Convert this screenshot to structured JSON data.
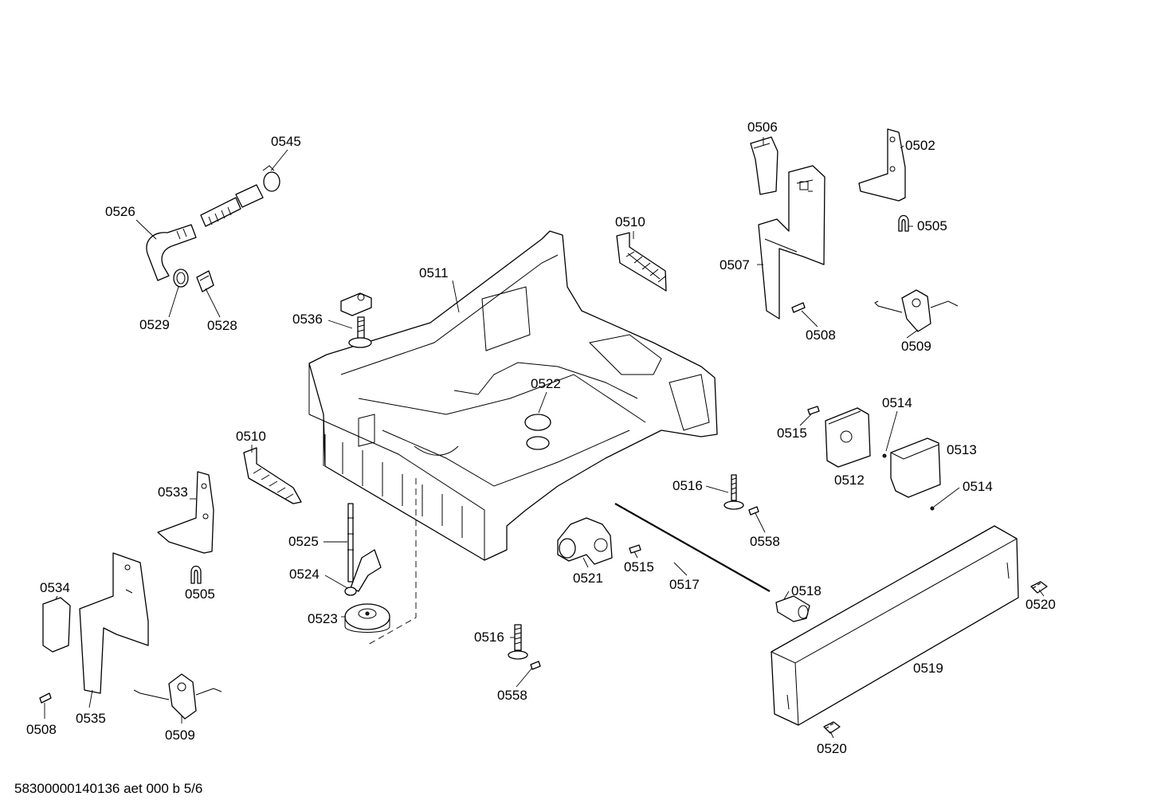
{
  "footer": "58300000140136 aet 000 b 5/6",
  "labels": {
    "p0545": "0545",
    "p0526": "0526",
    "p0529": "0529",
    "p0528": "0528",
    "p0510a": "0510",
    "p0511": "0511",
    "p0536": "0536",
    "p0506": "0506",
    "p0502": "0502",
    "p0505a": "0505",
    "p0507": "0507",
    "p0508a": "0508",
    "p0509a": "0509",
    "p0522": "0522",
    "p0514a": "0514",
    "p0515a": "0515",
    "p0513": "0513",
    "p0512": "0512",
    "p0514b": "0514",
    "p0516a": "0516",
    "p0558a": "0558",
    "p0510b": "0510",
    "p0533": "0533",
    "p0525": "0525",
    "p0524": "0524",
    "p0523": "0523",
    "p0505b": "0505",
    "p0534": "0534",
    "p0535": "0535",
    "p0508b": "0508",
    "p0509b": "0509",
    "p0521": "0521",
    "p0515b": "0515",
    "p0517": "0517",
    "p0518": "0518",
    "p0520a": "0520",
    "p0519": "0519",
    "p0520b": "0520",
    "p0516b": "0516",
    "p0558b": "0558"
  }
}
